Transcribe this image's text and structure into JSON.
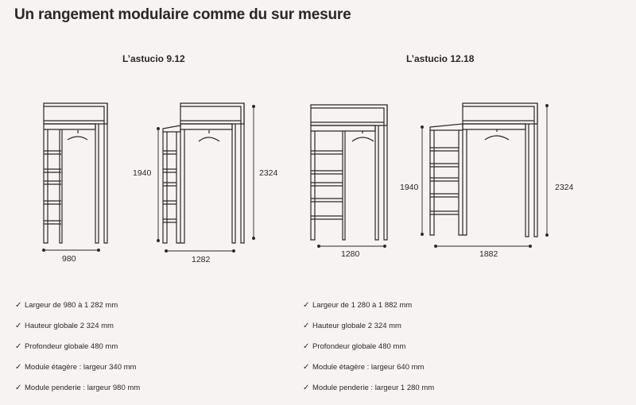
{
  "page": {
    "title": "Un rangement modulaire comme du sur mesure"
  },
  "products": [
    {
      "name": "L’astucio 9.12",
      "dimensions": {
        "width_small": "980",
        "width_large": "1282",
        "height_left": "1940",
        "height_right": "2324"
      },
      "features": [
        "Largeur de 980 à 1 282 mm",
        "Hauteur globale 2 324 mm",
        "Profondeur globale 480 mm",
        "Module étagère : largeur 340 mm",
        "Module penderie : largeur 980 mm"
      ]
    },
    {
      "name": "L’astucio 12.18",
      "dimensions": {
        "width_small": "1280",
        "width_large": "1882",
        "height_left": "1940",
        "height_right": "2324"
      },
      "features": [
        "Largeur de 1 280 à 1 882 mm",
        "Hauteur globale 2 324 mm",
        "Profondeur globale 480 mm",
        "Module étagère : largeur 640 mm",
        "Module penderie : largeur 1 280 mm"
      ]
    }
  ],
  "icons": {
    "feature_marker": "check-icon"
  },
  "colors": {
    "background": "#f8f3f3",
    "line": "#2a2727"
  }
}
